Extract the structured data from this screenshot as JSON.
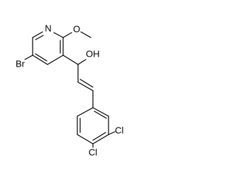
{
  "atoms": {
    "nitrogen": "N",
    "methoxy": "O",
    "hydroxyl": "OH",
    "bromine": "Br",
    "chlorine_1": "Cl",
    "chlorine_2": "Cl"
  }
}
